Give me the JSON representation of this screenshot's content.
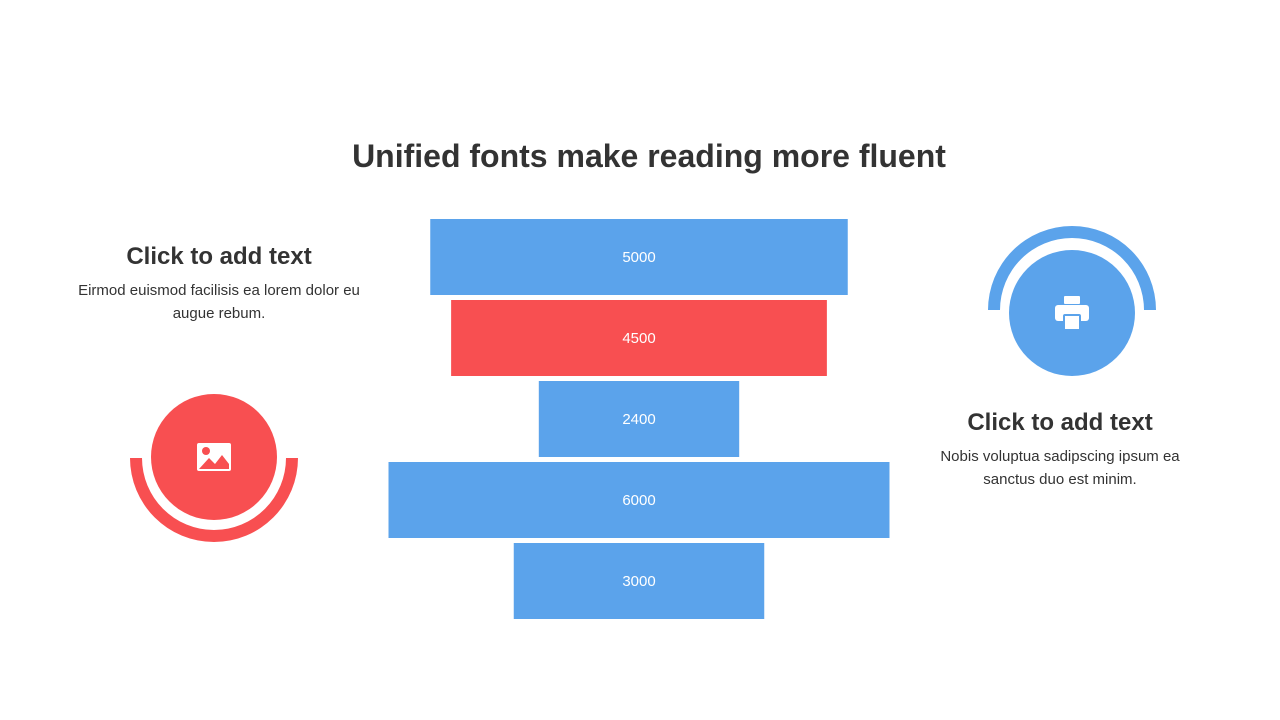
{
  "title": "Unified fonts make reading more fluent",
  "left_block": {
    "heading": "Click to add text",
    "body": "Eirmod euismod facilisis ea lorem dolor eu augue rebum."
  },
  "right_block": {
    "heading": "Click to add text",
    "body": "Nobis voluptua sadipscing ipsum ea sanctus duo est minim."
  },
  "icons": {
    "left": "image-icon",
    "right": "printer-icon"
  },
  "colors": {
    "blue": "#5ba3eb",
    "red": "#f84f51",
    "text": "#333333",
    "bar_label": "#ffffff"
  },
  "chart_data": {
    "type": "bar",
    "orientation": "horizontal",
    "categories": [
      "5000",
      "4500",
      "2400",
      "6000",
      "3000"
    ],
    "values": [
      5000,
      4500,
      2400,
      6000,
      3000
    ],
    "highlight_index": 1,
    "title": "",
    "xlabel": "",
    "ylabel": "",
    "grid": false,
    "legend": "none"
  }
}
